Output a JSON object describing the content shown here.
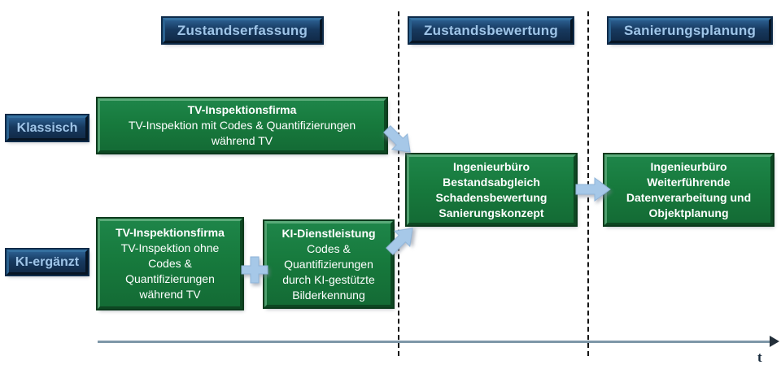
{
  "phases": [
    {
      "label": "Zustandserfassung"
    },
    {
      "label": "Zustandsbewertung"
    },
    {
      "label": "Sanierungsplanung"
    }
  ],
  "rows": [
    {
      "label": "Klassisch"
    },
    {
      "label": "KI-ergänzt"
    }
  ],
  "boxes": {
    "tv_mit": {
      "title": "TV-Inspektionsfirma",
      "lines": [
        "TV-Inspektion  mit Codes & Quantifizierungen",
        "während TV"
      ]
    },
    "tv_ohne": {
      "title": "TV-Inspektionsfirma",
      "lines": [
        "TV-Inspektion  ohne",
        "Codes &",
        "Quantifizierungen",
        "während TV"
      ]
    },
    "ki": {
      "title": "KI-Dienstleistung",
      "lines": [
        "Codes &",
        "Quantifizierungen",
        "durch  KI-gestützte",
        "Bilderkennung"
      ]
    },
    "ing_bewertung": {
      "lines": [
        "Ingenieurbüro",
        "Bestandsabgleich",
        "Schadensbewertung",
        "Sanierungskonzept"
      ]
    },
    "ing_planung": {
      "lines": [
        "Ingenieurbüro",
        "Weiterführende",
        "Datenverarbeitung und",
        "Objektplanung"
      ]
    }
  },
  "timeline": {
    "axis_label": "t"
  },
  "colors": {
    "box_green": "#177a3d",
    "box_navy": "#17395f",
    "navy_text": "#9fc5e8",
    "arrow_blue": "#a6c8e8",
    "axis_gray": "#7e97a8",
    "dash_black": "#141414"
  }
}
